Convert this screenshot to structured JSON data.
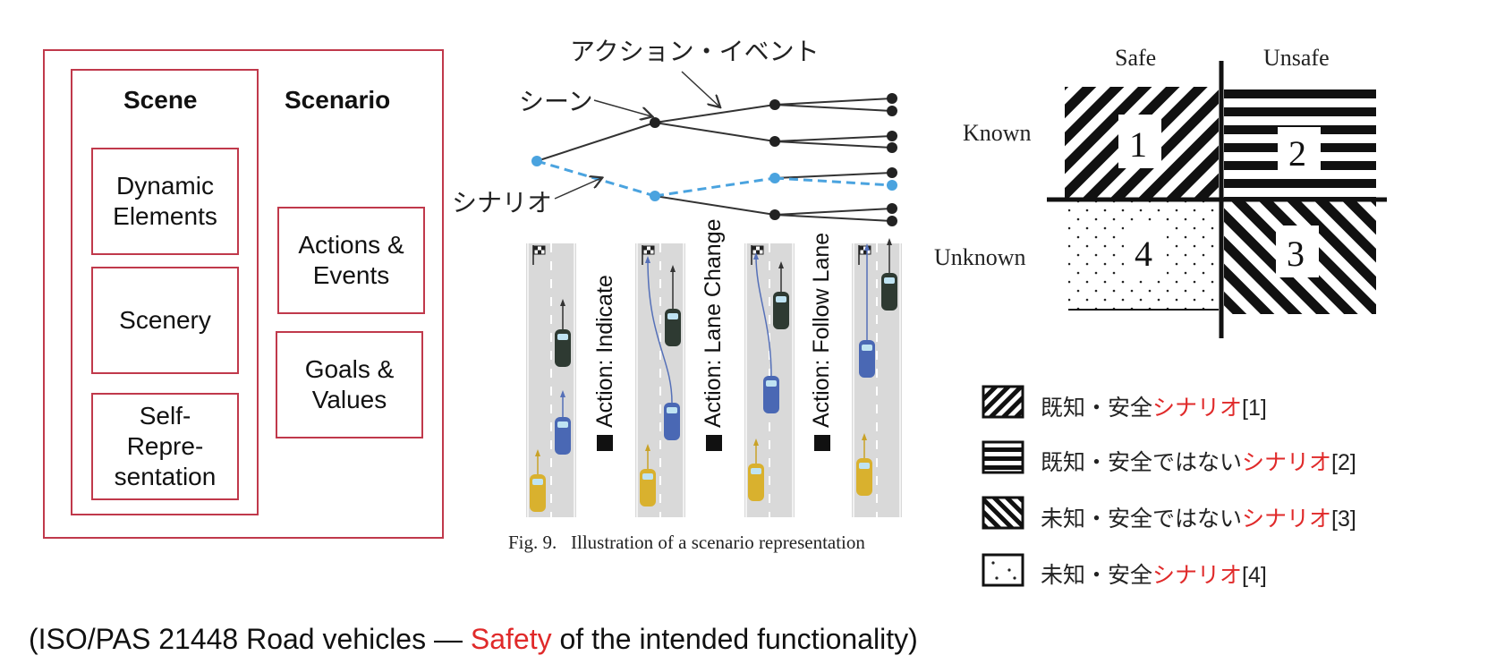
{
  "left_diagram": {
    "scene_header": "Scene",
    "scenario_header": "Scenario",
    "scene_items": [
      "Dynamic\nElements",
      "Scenery",
      "Self-\nRepre-\nsentation"
    ],
    "scenario_items": [
      "Actions &\nEvents",
      "Goals &\nValues"
    ],
    "box_color": "#c0394b"
  },
  "tree": {
    "action_event_label": "アクション・イベント",
    "scene_label": "シーン",
    "scenario_label": "シナリオ",
    "scenario_color": "#4aa3df"
  },
  "lanes": {
    "actions": [
      "Action: Indicate",
      "Action: Lane Change",
      "Action: Follow Lane"
    ],
    "figure_caption": "Fig. 9.   Illustration of a scenario representation"
  },
  "matrix": {
    "col_safe": "Safe",
    "col_unsafe": "Unsafe",
    "row_known": "Known",
    "row_unknown": "Unknown",
    "cells": [
      "1",
      "2",
      "3",
      "4"
    ]
  },
  "legend": [
    {
      "prefix": "既知・安全",
      "highlight": "シナリオ",
      "suffix": "[1]",
      "pattern": "diag-right"
    },
    {
      "prefix": "既知・安全ではない",
      "highlight": "シナリオ",
      "suffix": "[2]",
      "pattern": "horizontal"
    },
    {
      "prefix": "未知・安全ではない",
      "highlight": "シナリオ",
      "suffix": "[3]",
      "pattern": "diag-left"
    },
    {
      "prefix": "未知・安全",
      "highlight": "シナリオ",
      "suffix": "[4]",
      "pattern": "dots"
    }
  ],
  "source": {
    "before": "(ISO/PAS 21448 Road vehicles — ",
    "highlight": "Safety",
    "after": " of the intended functionality)",
    "highlight_color": "#e02a2a"
  }
}
